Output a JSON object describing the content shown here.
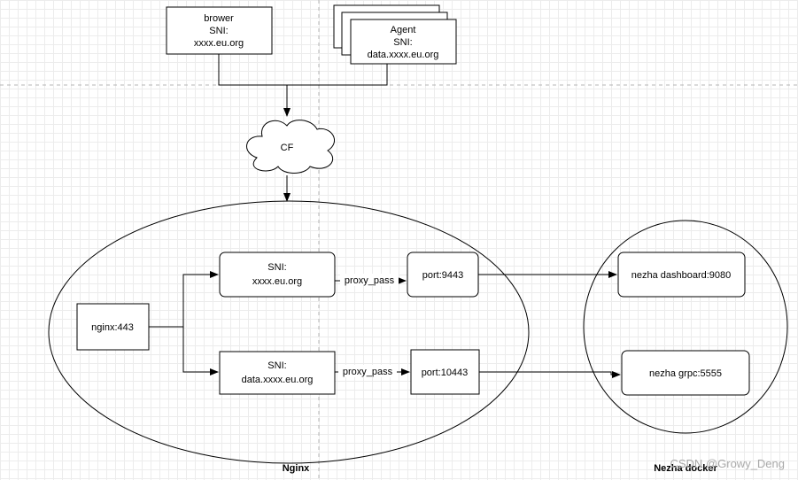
{
  "nodes": {
    "browser": {
      "line1": "brower",
      "line2": "SNI:",
      "line3": "xxxx.eu.org"
    },
    "agent": {
      "line1": "Agent",
      "line2": "SNI:",
      "line3": "data.xxxx.eu.org"
    },
    "cloud": {
      "label": "CF"
    },
    "nginx_entry": {
      "label": "nginx:443"
    },
    "sni_main": {
      "line1": "SNI:",
      "line2": "xxxx.eu.org"
    },
    "sni_data": {
      "line1": "SNI:",
      "line2": "data.xxxx.eu.org"
    },
    "port_main": {
      "label": "port:9443"
    },
    "port_data": {
      "label": "port:10443"
    },
    "dashboard": {
      "label": "nezha dashboard:9080"
    },
    "grpc": {
      "label": "nezha grpc:5555"
    }
  },
  "edges": {
    "proxy_main": "proxy_pass",
    "proxy_data": "proxy_pass"
  },
  "groups": {
    "nginx": "Nginx",
    "docker": "Nezha docker"
  },
  "watermark": "CSDN @Growy_Deng"
}
